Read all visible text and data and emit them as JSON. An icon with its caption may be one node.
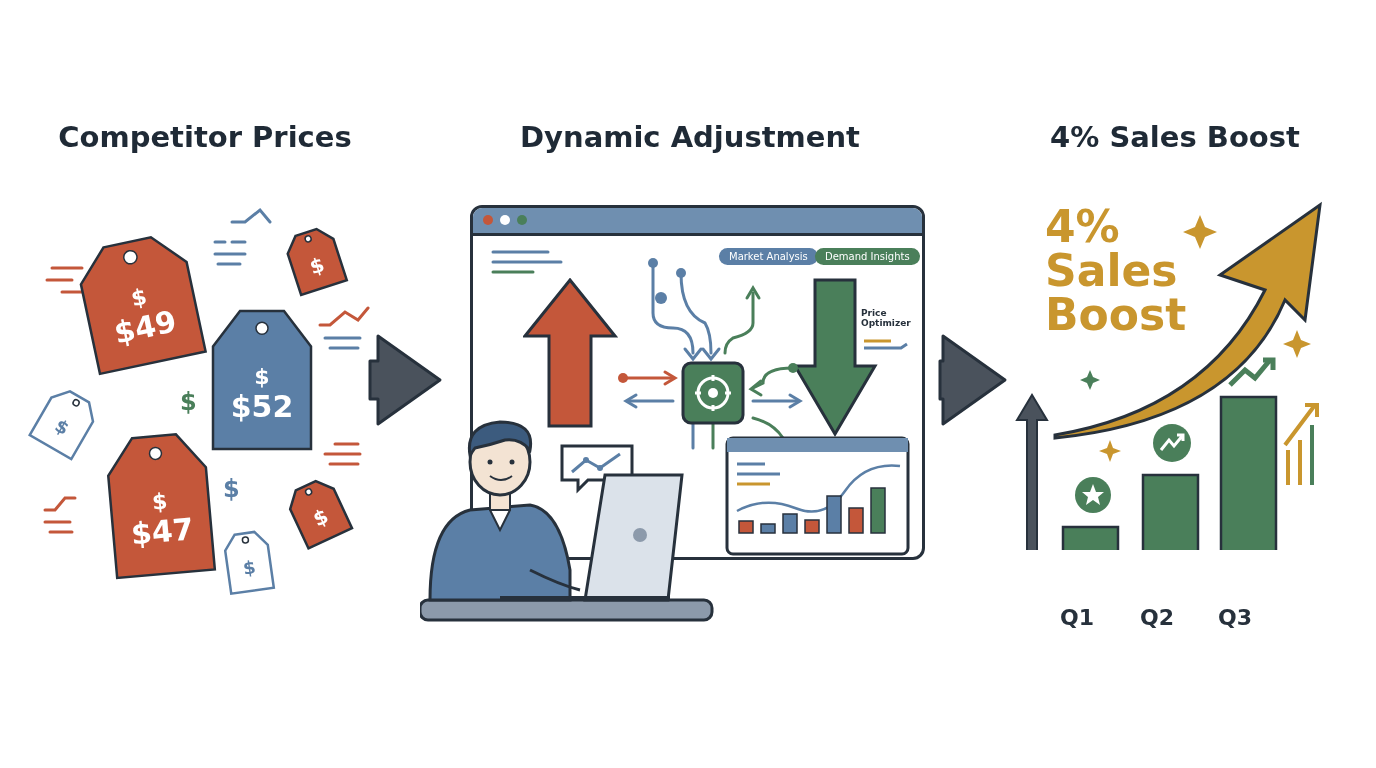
{
  "diagram": {
    "nodes": [
      {
        "text": [
          "Competitor Prices"
        ]
      },
      {
        "text": [
          "$",
          "$49"
        ],
        "in": 0
      },
      {
        "text": [
          "$",
          "$52"
        ],
        "in": 0
      },
      {
        "text": [
          "$",
          "$47"
        ],
        "in": 0
      },
      {
        "text": [
          "$"
        ],
        "in": 0
      },
      {
        "text": [
          "$"
        ],
        "in": 0
      },
      {
        "text": [
          "$"
        ],
        "in": 0
      },
      {
        "text": [
          "$"
        ],
        "in": 0
      },
      {
        "text": [
          "Dynamic Adjustment"
        ]
      },
      {
        "text": [],
        "shape": "box",
        "in": 8
      },
      {
        "text": [
          "Market Analysis"
        ],
        "in": 9
      },
      {
        "text": [
          "Demand Insights"
        ],
        "in": 9
      },
      {
        "text": [
          "4% Sales Boost",
          "4% Sales Boost"
        ]
      }
    ],
    "edges": [
      {
        "from": 0,
        "to": 8,
        "arrow": "to"
      },
      {
        "from": 8,
        "to": 12,
        "arrow": "to"
      }
    ],
    "labels": [
      "$",
      "$",
      "Price Optimizer",
      "Q1",
      "Q2",
      "Q3"
    ]
  }
}
